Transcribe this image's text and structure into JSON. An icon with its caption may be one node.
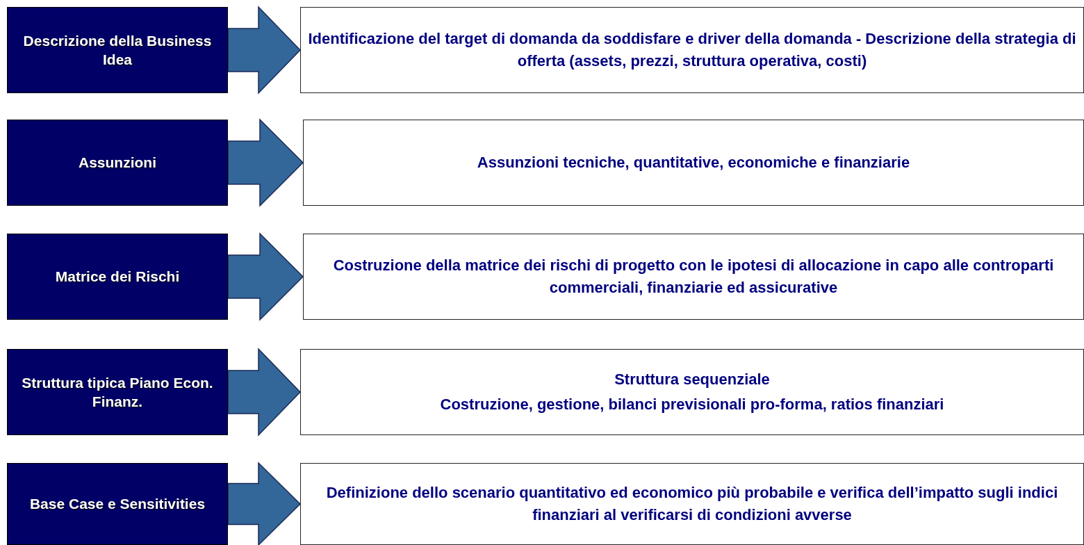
{
  "diagram": {
    "nodes": [
      {
        "text": [
          "Descrizione della Business Idea"
        ]
      },
      {
        "text": [
          "Identificazione del target di domanda da soddisfare e driver della domanda - Descrizione della strategia di offerta (assets, prezzi, struttura operativa, costi)"
        ]
      },
      {
        "text": [
          "Assunzioni"
        ]
      },
      {
        "text": [
          "Assunzioni tecniche, quantitative, economiche e finanziarie"
        ]
      },
      {
        "text": [
          "Matrice dei Rischi"
        ]
      },
      {
        "text": [
          "Costruzione della matrice dei rischi di progetto con le ipotesi di allocazione in capo alle controparti commerciali, finanziarie ed assicurative"
        ]
      },
      {
        "text": [
          "Struttura tipica Piano Econ. Finanz."
        ]
      },
      {
        "text": [
          "Struttura sequenziale",
          "Costruzione, gestione, bilanci previsionali pro-forma, ratios finanziari"
        ]
      },
      {
        "text": [
          "Base Case e Sensitivities"
        ]
      },
      {
        "text": [
          "Definizione dello scenario quantitativo ed economico più probabile e verifica dell’impatto sugli indici finanziari al verificarsi di condizioni avverse"
        ]
      }
    ],
    "edges": [
      {
        "from": 0,
        "to": 1,
        "arrow": "to"
      },
      {
        "from": 2,
        "to": 3,
        "arrow": "to"
      },
      {
        "from": 4,
        "to": 5,
        "arrow": "to"
      },
      {
        "from": 6,
        "to": 7,
        "arrow": "to"
      },
      {
        "from": 8,
        "to": 9,
        "arrow": "to"
      }
    ]
  }
}
